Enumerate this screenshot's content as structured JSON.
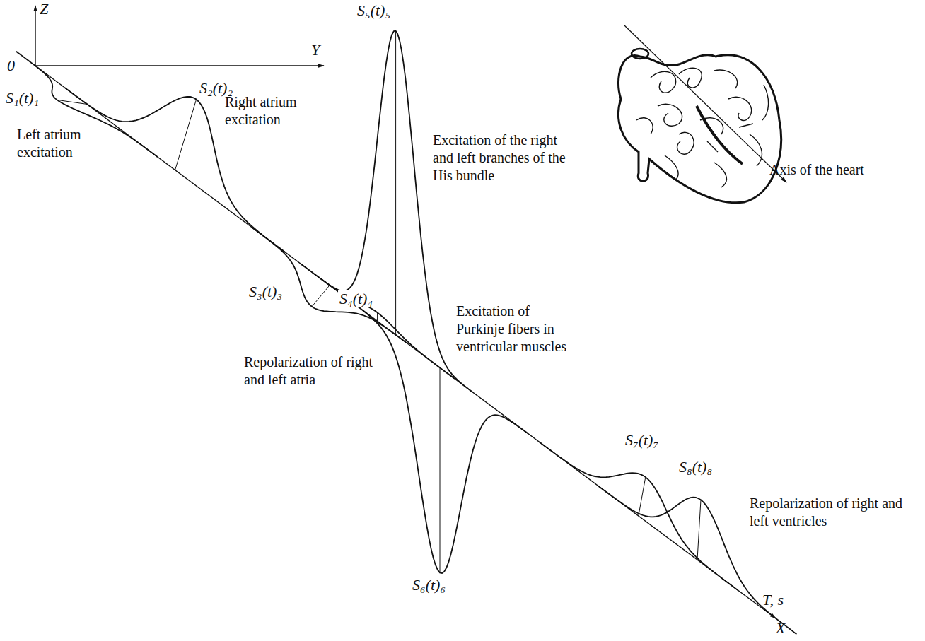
{
  "diagram": {
    "labels": [
      "Z",
      "0",
      "Y",
      "S₁(t)₁",
      "Left atrium excitation",
      "S₂(t)₂",
      "Right atrium excitation",
      "S₅(t)₅",
      "Excitation of the right and left branches of the His bundle",
      "Excitation of Purkinje fibers in ventricular muscles",
      "S₃(t)₃",
      "S₄(t)₄",
      "Repolarization of right and left atria",
      "S₆(t)₆",
      "S₇(t)₇",
      "S₈(t)₈",
      "Repolarization of right and left ventricles",
      "Axis of the heart",
      "T, s",
      "X"
    ]
  }
}
